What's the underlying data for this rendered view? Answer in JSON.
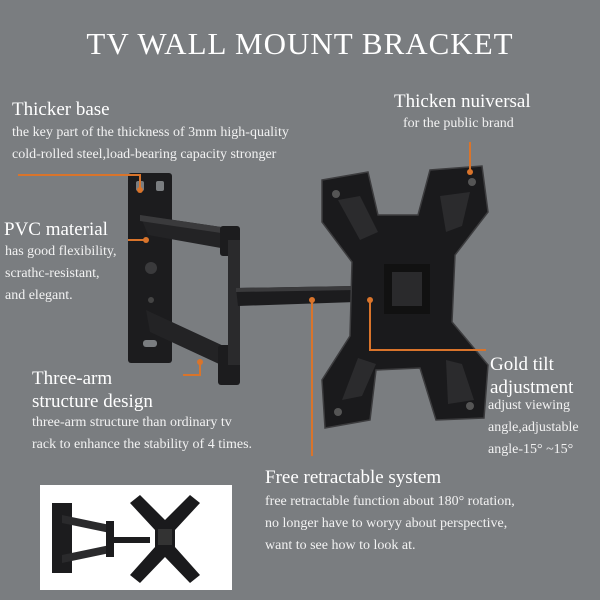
{
  "title": "TV WALL MOUNT BRACKET",
  "features": {
    "thicker_base": {
      "heading": "Thicker base",
      "lines": [
        "the key part of the thickness of 3mm high-quality",
        "cold-rolled steel,load-bearing capacity stronger"
      ]
    },
    "thicken_universal": {
      "heading": "Thicken nuiversal",
      "lines": [
        "for the public brand"
      ]
    },
    "pvc_material": {
      "heading": "PVC material",
      "lines": [
        "has good flexibility,",
        "scrathc-resistant,",
        "and elegant."
      ]
    },
    "gold_tilt": {
      "heading_lines": [
        "Gold tilt",
        "adjustment"
      ],
      "lines": [
        "adjust viewing",
        "angle,adjustable",
        "angle-15°  ~15°"
      ]
    },
    "three_arm": {
      "heading_lines": [
        "Three-arm",
        "structure design"
      ],
      "lines": [
        "three-arm structure than ordinary tv",
        "rack to enhance the stability of 4 times."
      ]
    },
    "retractable": {
      "heading": "Free retractable system",
      "lines": [
        "free retractable function about 180°  rotation,",
        "no longer have to woryy about perspective,",
        "want to see how to look at."
      ]
    }
  },
  "colors": {
    "background": "#7a7d80",
    "metal": "#1c1c1e",
    "callout_orange": "#d9742b",
    "text": "#ffffff"
  }
}
